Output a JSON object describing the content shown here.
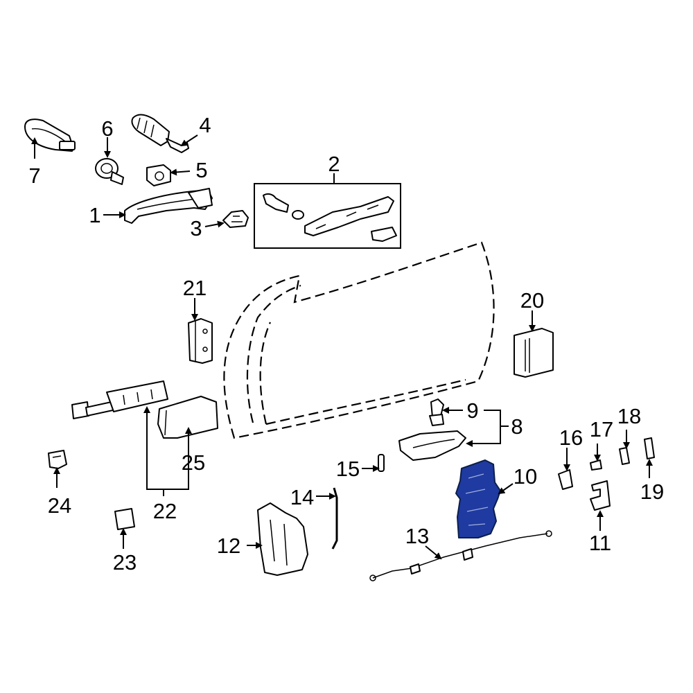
{
  "callouts": [
    {
      "id": "1",
      "text": "1"
    },
    {
      "id": "2",
      "text": "2"
    },
    {
      "id": "3",
      "text": "3"
    },
    {
      "id": "4",
      "text": "4"
    },
    {
      "id": "5",
      "text": "5"
    },
    {
      "id": "6",
      "text": "6"
    },
    {
      "id": "7",
      "text": "7"
    },
    {
      "id": "8",
      "text": "8"
    },
    {
      "id": "9",
      "text": "9"
    },
    {
      "id": "10",
      "text": "10"
    },
    {
      "id": "11",
      "text": "11"
    },
    {
      "id": "12",
      "text": "12"
    },
    {
      "id": "13",
      "text": "13"
    },
    {
      "id": "14",
      "text": "14"
    },
    {
      "id": "15",
      "text": "15"
    },
    {
      "id": "16",
      "text": "16"
    },
    {
      "id": "17",
      "text": "17"
    },
    {
      "id": "18",
      "text": "18"
    },
    {
      "id": "19",
      "text": "19"
    },
    {
      "id": "20",
      "text": "20"
    },
    {
      "id": "21",
      "text": "21"
    },
    {
      "id": "22",
      "text": "22"
    },
    {
      "id": "23",
      "text": "23"
    },
    {
      "id": "24",
      "text": "24"
    },
    {
      "id": "25",
      "text": "25"
    }
  ],
  "colors": {
    "highlight_part": "#1f3aa0",
    "line": "#000000",
    "background": "#ffffff"
  }
}
